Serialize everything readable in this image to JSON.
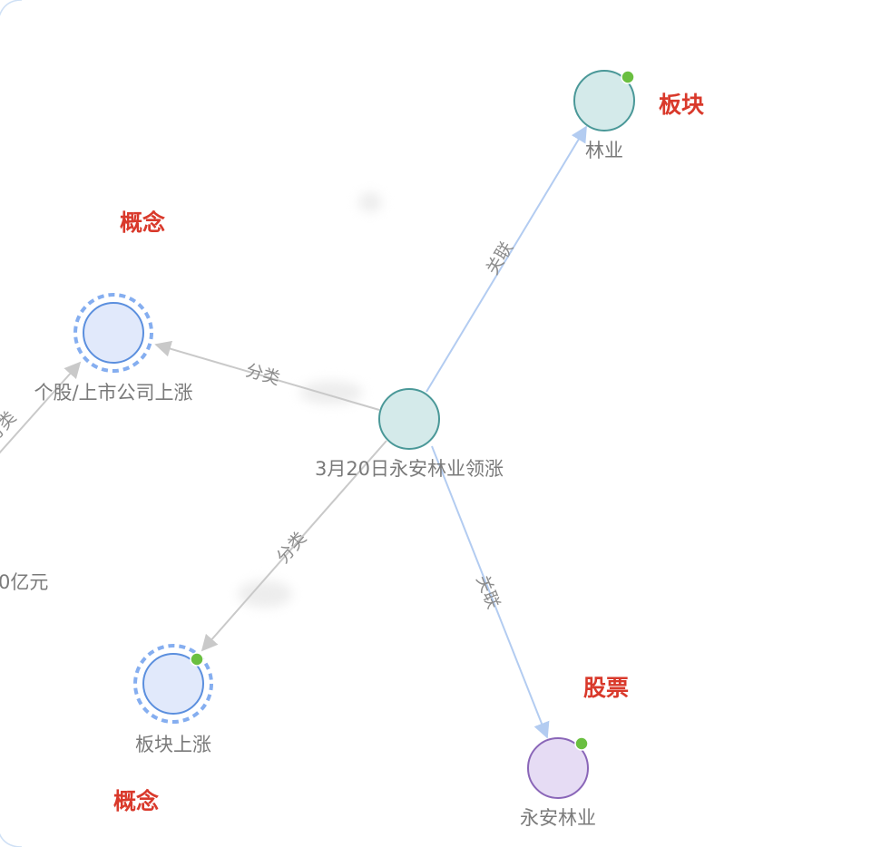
{
  "nodes": {
    "center": {
      "label": "3月20日永安林业领涨",
      "fill": "#d4eaea",
      "stroke": "#4a9898"
    },
    "forestry": {
      "label": "林业",
      "fill": "#d4eaea",
      "stroke": "#4a9898"
    },
    "stock": {
      "label": "永安林业",
      "fill": "#e6dcf4",
      "stroke": "#8a66b8"
    },
    "concept_stocks": {
      "label": "个股/上市公司上涨",
      "fill": "#e1e9fb",
      "stroke": "#5b8fde"
    },
    "concept_sector": {
      "label": "板块上涨",
      "fill": "#e1e9fb",
      "stroke": "#5b8fde"
    },
    "partial_left": {
      "label": "0亿元"
    }
  },
  "edges": {
    "to_forestry": {
      "label": "关联",
      "color": "#b3ccf1"
    },
    "to_stock": {
      "label": "关联",
      "color": "#b3ccf1"
    },
    "to_concept_stocks": {
      "label": "分类",
      "color": "#c9c9c9"
    },
    "to_concept_sector": {
      "label": "分类",
      "color": "#c9c9c9"
    },
    "offscreen_edge": {
      "label": "分类",
      "color": "#c9c9c9"
    }
  },
  "categories": {
    "forestry": "板块",
    "stock": "股票",
    "concept_top": "概念",
    "concept_bottom": "概念"
  },
  "colors": {
    "status_dot": "#6abf40",
    "category_text": "#d9392b"
  }
}
